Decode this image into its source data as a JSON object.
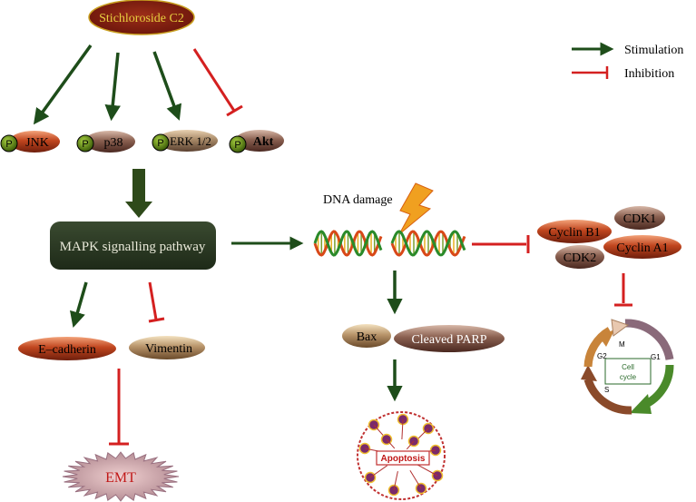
{
  "colors": {
    "stimulation": "#1e4d1a",
    "inhibition": "#d42020",
    "compound_fill": "#7a1c10",
    "compound_text": "#e8d040",
    "pathway_box": "#2b3a22",
    "phospho": "#5a8a10"
  },
  "legend": {
    "stimulation": "Stimulation",
    "inhibition": "Inhibition"
  },
  "compound": "Stichloroside C2",
  "kinases": {
    "jnk": "JNK",
    "p38": "p38",
    "erk": "ERK 1/2",
    "akt": "Akt",
    "phospho": "P"
  },
  "pathway": "MAPK signalling pathway",
  "emt_markers": {
    "ecadherin": "E–cadherin",
    "vimentin": "Vimentin",
    "emt": "EMT"
  },
  "dna": {
    "label": "DNA damage"
  },
  "apoptosis_markers": {
    "bax": "Bax",
    "parp": "Cleaved PARP",
    "apoptosis": "Apoptosis"
  },
  "cyclins": {
    "cdk1": "CDK1",
    "cyclin_b1": "Cyclin B1",
    "cdk2": "CDK2",
    "cyclin_a1": "Cyclin A1"
  },
  "cell_cycle": {
    "title_line1": "Cell",
    "title_line2": "cycle",
    "m": "M",
    "g1": "G1",
    "g2": "G2",
    "s": "S"
  }
}
